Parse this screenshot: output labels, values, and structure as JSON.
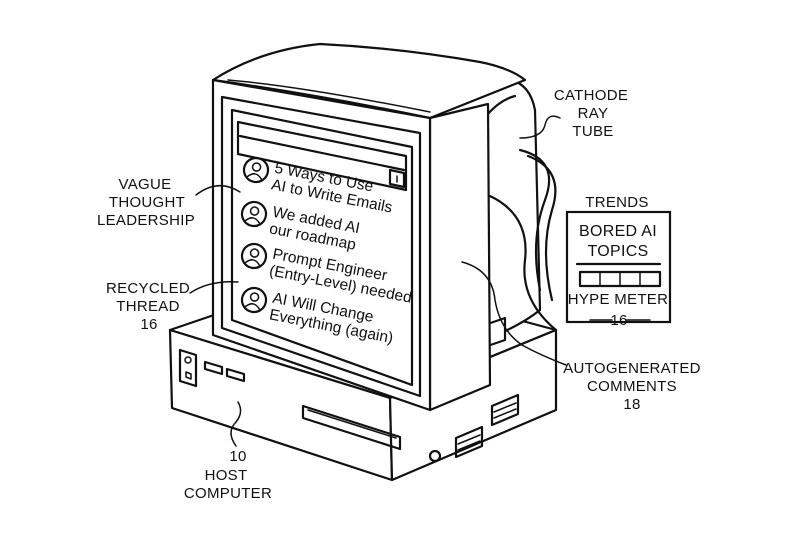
{
  "labels": {
    "crt": [
      "CATHODE",
      "RAY",
      "TUBE"
    ],
    "vague": [
      "VAGUE",
      "THOUGHT",
      "LEADERSHIP"
    ],
    "recycled": [
      "RECYCLED",
      "THREAD",
      "16"
    ],
    "autogen": [
      "AUTOGENERATED",
      "COMMENTS",
      "18"
    ],
    "host": [
      "10",
      "HOST",
      "COMPUTER"
    ]
  },
  "trends": {
    "title": "TRENDS",
    "topics": [
      "BORED AI",
      "TOPICS"
    ],
    "meter_label": "HYPE METER",
    "meter_number": "16"
  },
  "feed": [
    {
      "line1": "5 Ways to Use",
      "line2": "AI to Write Emails"
    },
    {
      "line1": "We added AI",
      "line2": "our roadmap"
    },
    {
      "line1": "Prompt Engineer",
      "line2": "(Entry-Level) needed"
    },
    {
      "line1": "AI Will Change",
      "line2": "Everything (again)"
    }
  ]
}
